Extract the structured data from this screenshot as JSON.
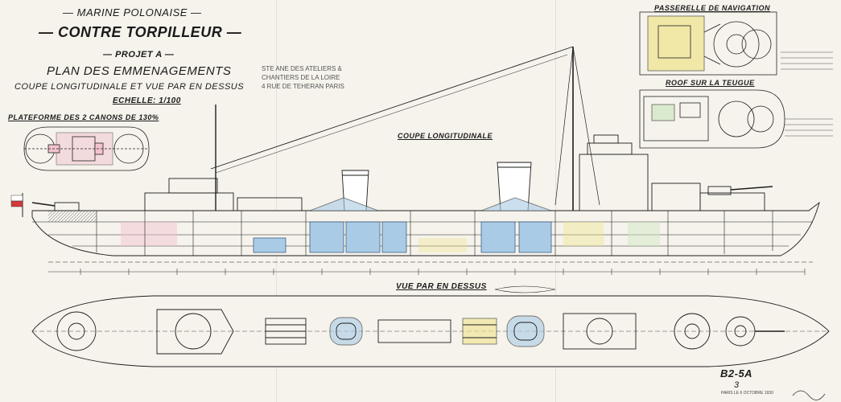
{
  "header": {
    "line1": "MARINE POLONAISE",
    "line2": "CONTRE TORPILLEUR",
    "line3": "PROJET A",
    "line4": "PLAN DES EMMENAGEMENTS",
    "line5": "COUPE LONGITUDINALE ET VUE PAR EN DESSUS",
    "scale": "ECHELLE: 1/100"
  },
  "stamp": {
    "line1": "STE ANE DES ATELIERS &",
    "line2": "CHANTIERS DE LA LOIRE",
    "line3": "4 RUE DE TEHERAN PARIS"
  },
  "sections": {
    "gun_platform": "PLATEFORME DES 2 CANONS DE 130%",
    "bridge": "PASSERELLE DE NAVIGATION",
    "roof": "ROOF SUR LA TEUGUE",
    "longitudinal": "COUPE LONGITUDINALE",
    "top_view": "VUE PAR EN DESSUS"
  },
  "footer": {
    "drawing_number": "B2-5A",
    "sheet": "3",
    "date_note": "PARIS LE 6 OCTOBRE 1930"
  },
  "colors": {
    "ink": "#1b1b1b",
    "paper": "#f6f3ec",
    "blue_fill": "#a9cbe6",
    "pink_fill": "#f1c3cf",
    "yellow_fill": "#efe38a",
    "green_fill": "#cfe7c2",
    "flag_white": "#ffffff",
    "flag_red": "#d43a3a"
  }
}
